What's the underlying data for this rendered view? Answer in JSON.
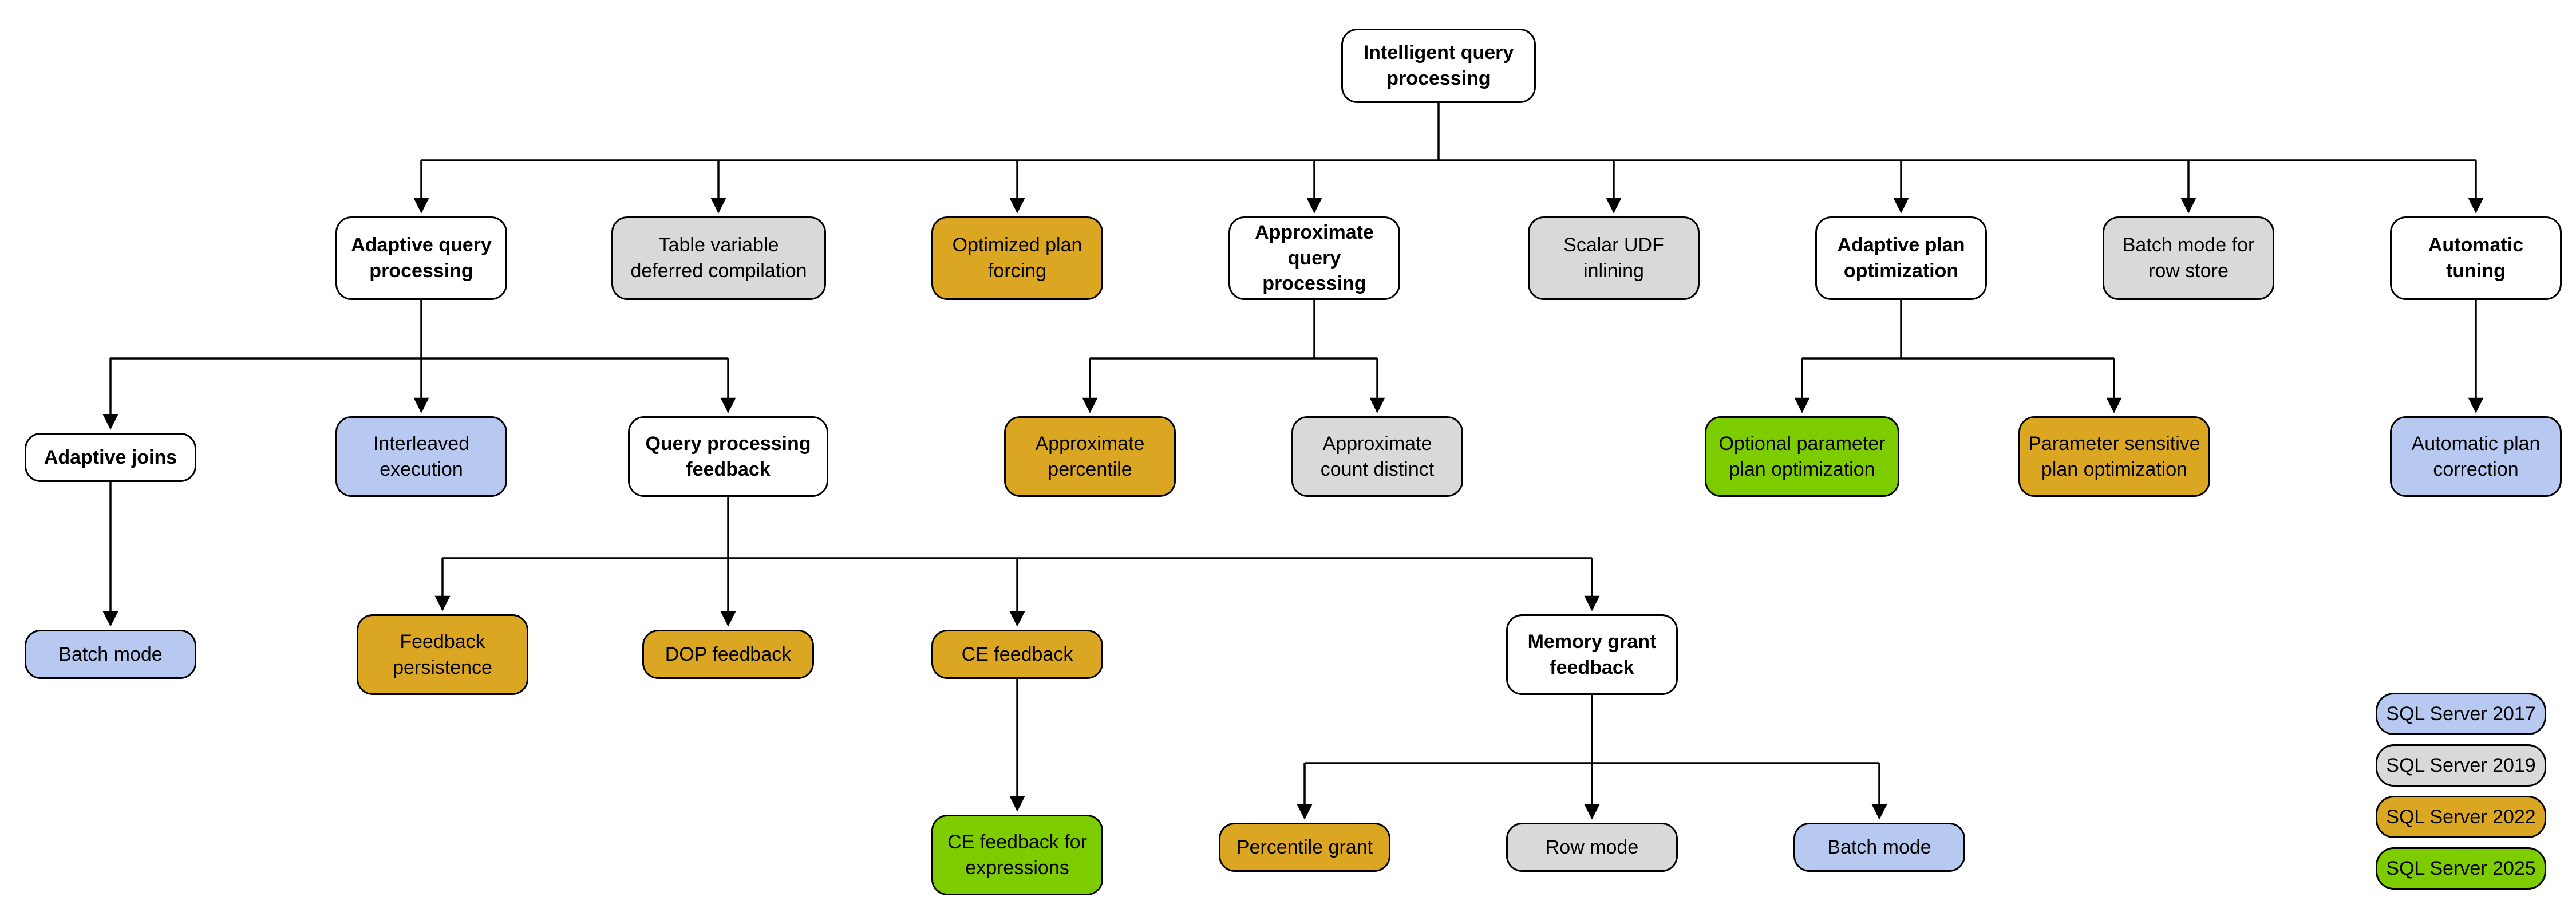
{
  "palette": {
    "category_fill": "#FFFFFF",
    "sql2017": "#B7C9F0",
    "sql2019": "#D9D9D9",
    "sql2022": "#DBA722",
    "sql2025": "#7CCC00",
    "outline": "#000000",
    "connector": "#000000"
  },
  "nodes": [
    {
      "id": "intelligent-query-processing",
      "label": "Intelligent query\nprocessing",
      "version": "category"
    },
    {
      "id": "adaptive-query-processing",
      "label": "Adaptive query\nprocessing",
      "version": "category"
    },
    {
      "id": "table-variable-deferred-compilation",
      "label": "Table variable\ndeferred compilation",
      "version": "SQL Server 2019"
    },
    {
      "id": "optimized-plan-forcing",
      "label": "Optimized plan\nforcing",
      "version": "SQL Server 2022"
    },
    {
      "id": "approximate-query-processing",
      "label": "Approximate\nquery processing",
      "version": "category"
    },
    {
      "id": "scalar-udf-inlining",
      "label": "Scalar UDF\ninlining",
      "version": "SQL Server 2019"
    },
    {
      "id": "adaptive-plan-optimization",
      "label": "Adaptive plan\noptimization",
      "version": "category"
    },
    {
      "id": "batch-mode-for-row-store",
      "label": "Batch mode for\nrow store",
      "version": "SQL Server 2019"
    },
    {
      "id": "automatic-tuning",
      "label": "Automatic\ntuning",
      "version": "category"
    },
    {
      "id": "adaptive-joins",
      "label": "Adaptive joins",
      "version": "category"
    },
    {
      "id": "interleaved-execution",
      "label": "Interleaved\nexecution",
      "version": "SQL Server 2017"
    },
    {
      "id": "query-processing-feedback",
      "label": "Query processing\nfeedback",
      "version": "category"
    },
    {
      "id": "approximate-percentile",
      "label": "Approximate\npercentile",
      "version": "SQL Server 2022"
    },
    {
      "id": "approximate-count-distinct",
      "label": "Approximate\ncount distinct",
      "version": "SQL Server 2019"
    },
    {
      "id": "optional-parameter-plan-optimization",
      "label": "Optional parameter\nplan optimization",
      "version": "SQL Server 2025"
    },
    {
      "id": "parameter-sensitive-plan-optimization",
      "label": "Parameter sensitive\nplan optimization",
      "version": "SQL Server 2022"
    },
    {
      "id": "automatic-plan-correction",
      "label": "Automatic plan\ncorrection",
      "version": "SQL Server 2017"
    },
    {
      "id": "batch-mode-under-adaptive-joins",
      "label": "Batch mode",
      "version": "SQL Server 2017"
    },
    {
      "id": "feedback-persistence",
      "label": "Feedback\npersistence",
      "version": "SQL Server 2022"
    },
    {
      "id": "dop-feedback",
      "label": "DOP feedback",
      "version": "SQL Server 2022"
    },
    {
      "id": "ce-feedback",
      "label": "CE feedback",
      "version": "SQL Server 2022"
    },
    {
      "id": "memory-grant-feedback",
      "label": "Memory grant\nfeedback",
      "version": "category"
    },
    {
      "id": "ce-feedback-for-expressions",
      "label": "CE feedback for\nexpressions",
      "version": "SQL Server 2025"
    },
    {
      "id": "percentile-grant",
      "label": "Percentile grant",
      "version": "SQL Server 2022"
    },
    {
      "id": "row-mode",
      "label": "Row mode",
      "version": "SQL Server 2019"
    },
    {
      "id": "batch-mode-under-memory-grant",
      "label": "Batch mode",
      "version": "SQL Server 2017"
    }
  ],
  "hierarchy": {
    "Intelligent query processing": [
      "Adaptive query processing",
      "Table variable deferred compilation",
      "Optimized plan forcing",
      "Approximate query processing",
      "Scalar UDF inlining",
      "Adaptive plan optimization",
      "Batch mode for row store",
      "Automatic tuning"
    ],
    "Adaptive query processing": [
      "Adaptive joins",
      "Interleaved execution",
      "Query processing feedback"
    ],
    "Adaptive joins": [
      "Batch mode"
    ],
    "Query processing feedback": [
      "Feedback persistence",
      "DOP feedback",
      "CE feedback",
      "Memory grant feedback"
    ],
    "CE feedback": [
      "CE feedback for expressions"
    ],
    "Memory grant feedback": [
      "Percentile grant",
      "Row mode",
      "Batch mode"
    ],
    "Approximate query processing": [
      "Approximate percentile",
      "Approximate count distinct"
    ],
    "Adaptive plan optimization": [
      "Optional parameter plan optimization",
      "Parameter sensitive plan optimization"
    ],
    "Automatic tuning": [
      "Automatic plan correction"
    ]
  },
  "legend": [
    {
      "label": "SQL Server 2017",
      "color": "#B7C9F0"
    },
    {
      "label": "SQL Server 2019",
      "color": "#D9D9D9"
    },
    {
      "label": "SQL Server 2022",
      "color": "#DBA722"
    },
    {
      "label": "SQL Server 2025",
      "color": "#7CCC00"
    }
  ]
}
